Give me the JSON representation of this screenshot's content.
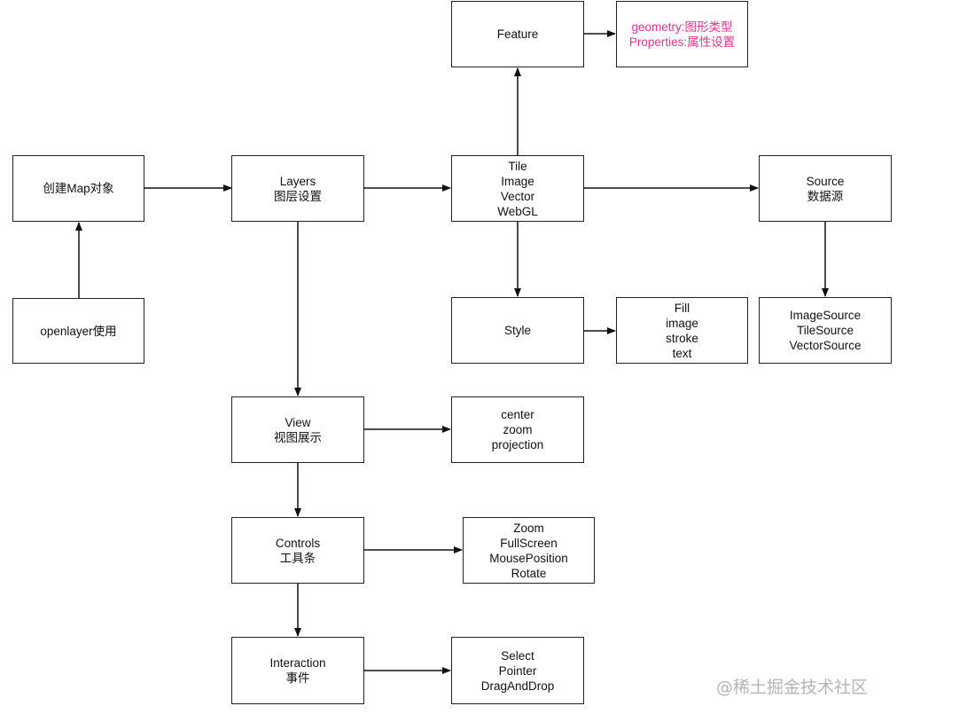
{
  "nodes": {
    "create_map": "创建Map对象",
    "openlayer_use": "openlayer使用",
    "layers": "Layers\n图层设置",
    "layer_types": "Tile\nImage\nVector\nWebGL",
    "feature": "Feature",
    "feature_props": "geometry:图形类型\nProperties:属性设置",
    "source": "Source\n数据源",
    "source_types": "ImageSource\nTileSource\nVectorSource",
    "style": "Style",
    "style_props": "Fill\nimage\nstroke\ntext",
    "view": "View\n视图展示",
    "view_props": "center\nzoom\nprojection",
    "controls": "Controls\n工具条",
    "control_types": "Zoom\nFullScreen\nMousePosition\nRotate",
    "interaction": "Interaction\n事件",
    "interaction_types": "Select\nPointer\nDragAndDrop"
  },
  "colors": {
    "stroke": "#222222",
    "highlight_text": "#e8318f",
    "watermark": "#b5b5b5"
  },
  "watermark": "@稀土掘金技术社区"
}
